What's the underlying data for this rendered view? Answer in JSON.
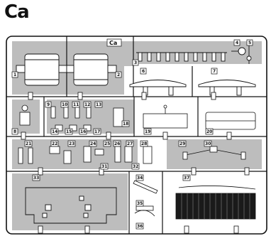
{
  "sheet": {
    "title": "Ca",
    "tag": "Ca"
  },
  "part_numbers": [
    "1",
    "2",
    "3",
    "4",
    "5",
    "6",
    "7",
    "8",
    "9",
    "10",
    "11",
    "12",
    "13",
    "14",
    "15",
    "16",
    "17",
    "18",
    "19",
    "20",
    "21",
    "22",
    "23",
    "24",
    "25",
    "26",
    "27",
    "28",
    "29",
    "30",
    "31",
    "32",
    "33",
    "34",
    "35",
    "36",
    "37"
  ],
  "colors": {
    "panel_gray": "#bdbdbd",
    "sprue_white": "#ffffff",
    "outline": "#111111"
  }
}
